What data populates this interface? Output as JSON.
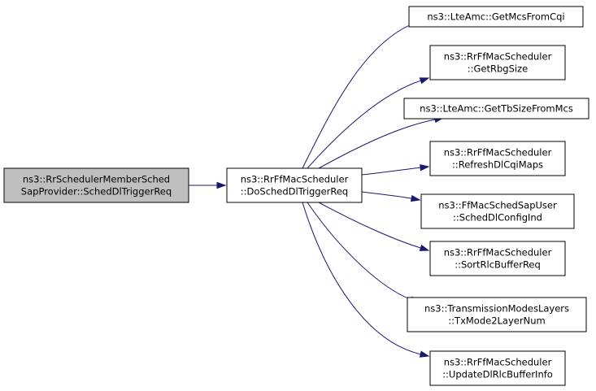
{
  "graph": {
    "nodes": [
      {
        "id": "caller",
        "lines": [
          "ns3::RrSchedulerMemberSched",
          "SapProvider::SchedDlTriggerReq"
        ],
        "highlighted": true
      },
      {
        "id": "focus",
        "lines": [
          "ns3::RrFfMacScheduler",
          "::DoSchedDlTriggerReq"
        ]
      },
      {
        "id": "callee-1",
        "lines": [
          "ns3::LteAmc::GetMcsFromCqi"
        ]
      },
      {
        "id": "callee-2",
        "lines": [
          "ns3::RrFfMacScheduler",
          "::GetRbgSize"
        ]
      },
      {
        "id": "callee-3",
        "lines": [
          "ns3::LteAmc::GetTbSizeFromMcs"
        ]
      },
      {
        "id": "callee-4",
        "lines": [
          "ns3::RrFfMacScheduler",
          "::RefreshDlCqiMaps"
        ]
      },
      {
        "id": "callee-5",
        "lines": [
          "ns3::FfMacSchedSapUser",
          "::SchedDlConfigInd"
        ]
      },
      {
        "id": "callee-6",
        "lines": [
          "ns3::RrFfMacScheduler",
          "::SortRlcBufferReq"
        ]
      },
      {
        "id": "callee-7",
        "lines": [
          "ns3::TransmissionModesLayers",
          "::TxMode2LayerNum"
        ]
      },
      {
        "id": "callee-8",
        "lines": [
          "ns3::RrFfMacScheduler",
          "::UpdateDlRlcBufferInfo"
        ]
      }
    ],
    "edges": [
      {
        "from": "caller",
        "to": "focus"
      },
      {
        "from": "focus",
        "to": "callee-1"
      },
      {
        "from": "focus",
        "to": "callee-2"
      },
      {
        "from": "focus",
        "to": "callee-3"
      },
      {
        "from": "focus",
        "to": "callee-4"
      },
      {
        "from": "focus",
        "to": "callee-5"
      },
      {
        "from": "focus",
        "to": "callee-6"
      },
      {
        "from": "focus",
        "to": "callee-7"
      },
      {
        "from": "focus",
        "to": "callee-8"
      }
    ],
    "colors": {
      "edge": "#191970",
      "highlighted_node_fill": "#bfbfbf",
      "node_border": "#000000"
    }
  }
}
